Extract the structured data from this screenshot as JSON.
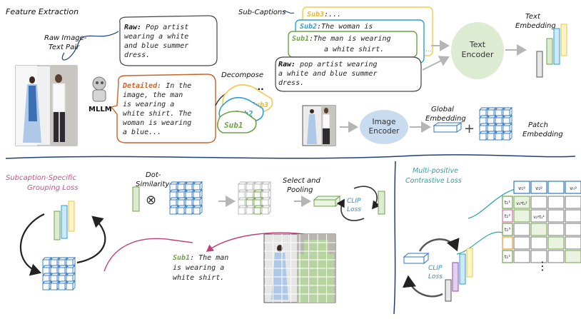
{
  "sections": {
    "feature_extraction": "Feature Extraction",
    "grouping_loss_line1": "Subcaption-Specific",
    "grouping_loss_line2": "Grouping Loss",
    "contrastive_line1": "Multi-positive",
    "contrastive_line2": "Contrastive Loss"
  },
  "labels": {
    "raw_pair_line1": "Raw Image-",
    "raw_pair_line2": "Text Pair",
    "mllm": "MLLM",
    "decompose": "Decompose",
    "sub_captions": "Sub-Captions",
    "text_encoder_line1": "Text",
    "text_encoder_line2": "Encoder",
    "text_embedding_line1": "Text",
    "text_embedding_line2": "Embedding",
    "image_encoder_line1": "Image",
    "image_encoder_line2": "Encoder",
    "global_line1": "Global",
    "global_line2": "Embedding",
    "patch_line1": "Patch",
    "patch_line2": "Embedding",
    "dot_line1": "Dot-",
    "dot_line2": "Similarity",
    "select_line1": "Select and",
    "select_line2": "Pooling",
    "clip_line1": "CLIP",
    "clip_line2": "Loss",
    "clip2_line1": "CLIP",
    "clip2_line2": "Loss",
    "plus": "+",
    "otimes": "⊗",
    "ellipsis": "...",
    "vdots": "⋮"
  },
  "captions": {
    "raw_tag": "Raw:",
    "raw_lines": [
      " Pop artist",
      "wearing a white",
      "and blue summer",
      "dress."
    ],
    "detailed_tag": "Detailed:",
    "detailed_lines": [
      " In the",
      "image, the man",
      "is wearing a",
      "white shirt. The",
      "woman is wearing",
      "a blue..."
    ],
    "sub3_tag": "Sub3",
    "sub3_text": ":...",
    "sub2_tag": "Sub2",
    "sub2_text": ":The woman is",
    "sub1_tag": "Sub1",
    "sub1_line1": ":The man is wearing",
    "sub1_line2": "a white shirt.",
    "raw2_tag": "Raw:",
    "raw2_lines": [
      " pop artist wearing",
      "a white and blue summer",
      "dress."
    ],
    "mini_sub3": "Sub3",
    "mini_sub2": "Sub2",
    "mini_sub1": "Sub1",
    "bottom_sub1_tag": "Sub1",
    "bottom_sub1_lines": [
      ": The man",
      "is wearing a",
      "white shirt."
    ]
  },
  "matrix": {
    "col_headers": [
      "v₁ᵍ",
      "v₂ᵍ",
      "vₙᵍ"
    ],
    "row_headers": [
      "t₁¹",
      "t₁²",
      "t₁³",
      "t₁¹"
    ],
    "diag": [
      "v₁ᵍt₁¹",
      "v₂ᵍt₁²",
      "",
      ""
    ],
    "colors": {
      "pos": "#e9f3e0",
      "blue": "#2f74c0",
      "green": "#6fa14a",
      "pink": "#d86aa0",
      "orange": "#e69a3c"
    }
  }
}
